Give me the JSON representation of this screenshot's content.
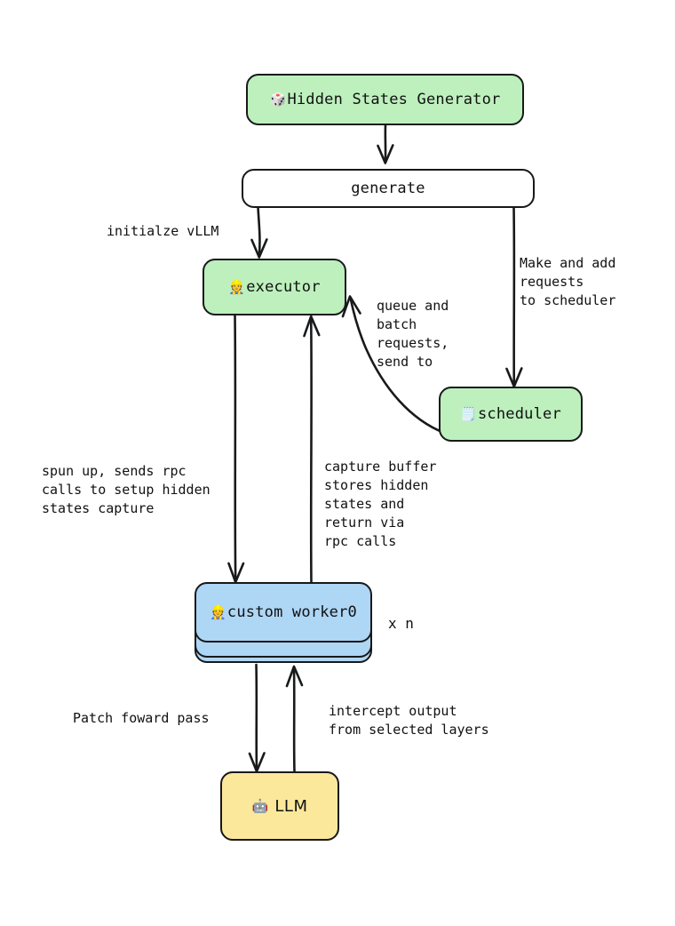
{
  "diagram": {
    "title": "Hidden States Generator architecture flow",
    "background": "#ffffff",
    "stroke": "#18191a",
    "colors": {
      "green": "#bdf0bd",
      "blue": "#aed6f5",
      "yellow": "#fce89a",
      "white": "#ffffff",
      "text": "#111111"
    }
  },
  "nodes": {
    "generator": {
      "id": "hidden-states-generator",
      "icon": "🎲",
      "icon_name": "dice-icon",
      "label": "Hidden States Generator",
      "fill": "#bdf0bd",
      "shape": "rounded-rect"
    },
    "generate": {
      "id": "generate",
      "label": "generate",
      "fill": "#ffffff",
      "shape": "rounded-rect"
    },
    "executor": {
      "id": "executor",
      "icon": "👷",
      "icon_name": "construction-worker-icon",
      "label": "executor",
      "fill": "#bdf0bd",
      "shape": "rounded-rect"
    },
    "scheduler": {
      "id": "scheduler",
      "icon": "🗒️",
      "icon_name": "notepad-icon",
      "label": "scheduler",
      "fill": "#bdf0bd",
      "shape": "rounded-rect"
    },
    "custom_worker": {
      "id": "custom-worker0",
      "icon": "👷",
      "icon_name": "construction-worker-icon",
      "label": "custom worker0",
      "fill": "#aed6f5",
      "shape": "stacked-rect",
      "stack_count": 3,
      "multiplicity": "x n"
    },
    "llm": {
      "id": "llm",
      "icon": "🤖",
      "icon_name": "robot-icon",
      "label": "LLM",
      "fill": "#fce89a",
      "shape": "rounded-rect"
    }
  },
  "edges": [
    {
      "id": "generator-to-generate",
      "from": "hidden-states-generator",
      "to": "generate",
      "label": ""
    },
    {
      "id": "generate-to-executor",
      "from": "generate",
      "to": "executor",
      "label": "initialze vLLM"
    },
    {
      "id": "generate-to-scheduler",
      "from": "generate",
      "to": "scheduler",
      "label": "Make and add\nrequests\nto scheduler"
    },
    {
      "id": "scheduler-to-executor",
      "from": "scheduler",
      "to": "executor",
      "label": "queue and\nbatch\nrequests,\nsend to"
    },
    {
      "id": "executor-to-worker",
      "from": "executor",
      "to": "custom-worker0",
      "label": "spun up, sends rpc\ncalls to setup hidden\nstates capture"
    },
    {
      "id": "worker-to-executor",
      "from": "custom-worker0",
      "to": "executor",
      "label": "capture buffer\nstores hidden\nstates and\nreturn via\nrpc calls"
    },
    {
      "id": "worker-to-llm",
      "from": "custom-worker0",
      "to": "llm",
      "label": "Patch foward pass"
    },
    {
      "id": "llm-to-worker",
      "from": "llm",
      "to": "custom-worker0",
      "label": "intercept output\nfrom selected layers"
    }
  ],
  "labels": {
    "initialize_vllm": "initialze vLLM",
    "make_and_add": "Make and add\nrequests\nto scheduler",
    "queue_and_batch": "queue and\nbatch\nrequests,\nsend to",
    "spun_up": "spun up, sends rpc\ncalls to setup hidden\nstates capture",
    "capture_buffer": "capture buffer\nstores hidden\nstates and\nreturn via\nrpc calls",
    "patch_forward": "Patch foward pass",
    "intercept_output": "intercept output\nfrom selected layers",
    "multiplicity": "x n"
  }
}
